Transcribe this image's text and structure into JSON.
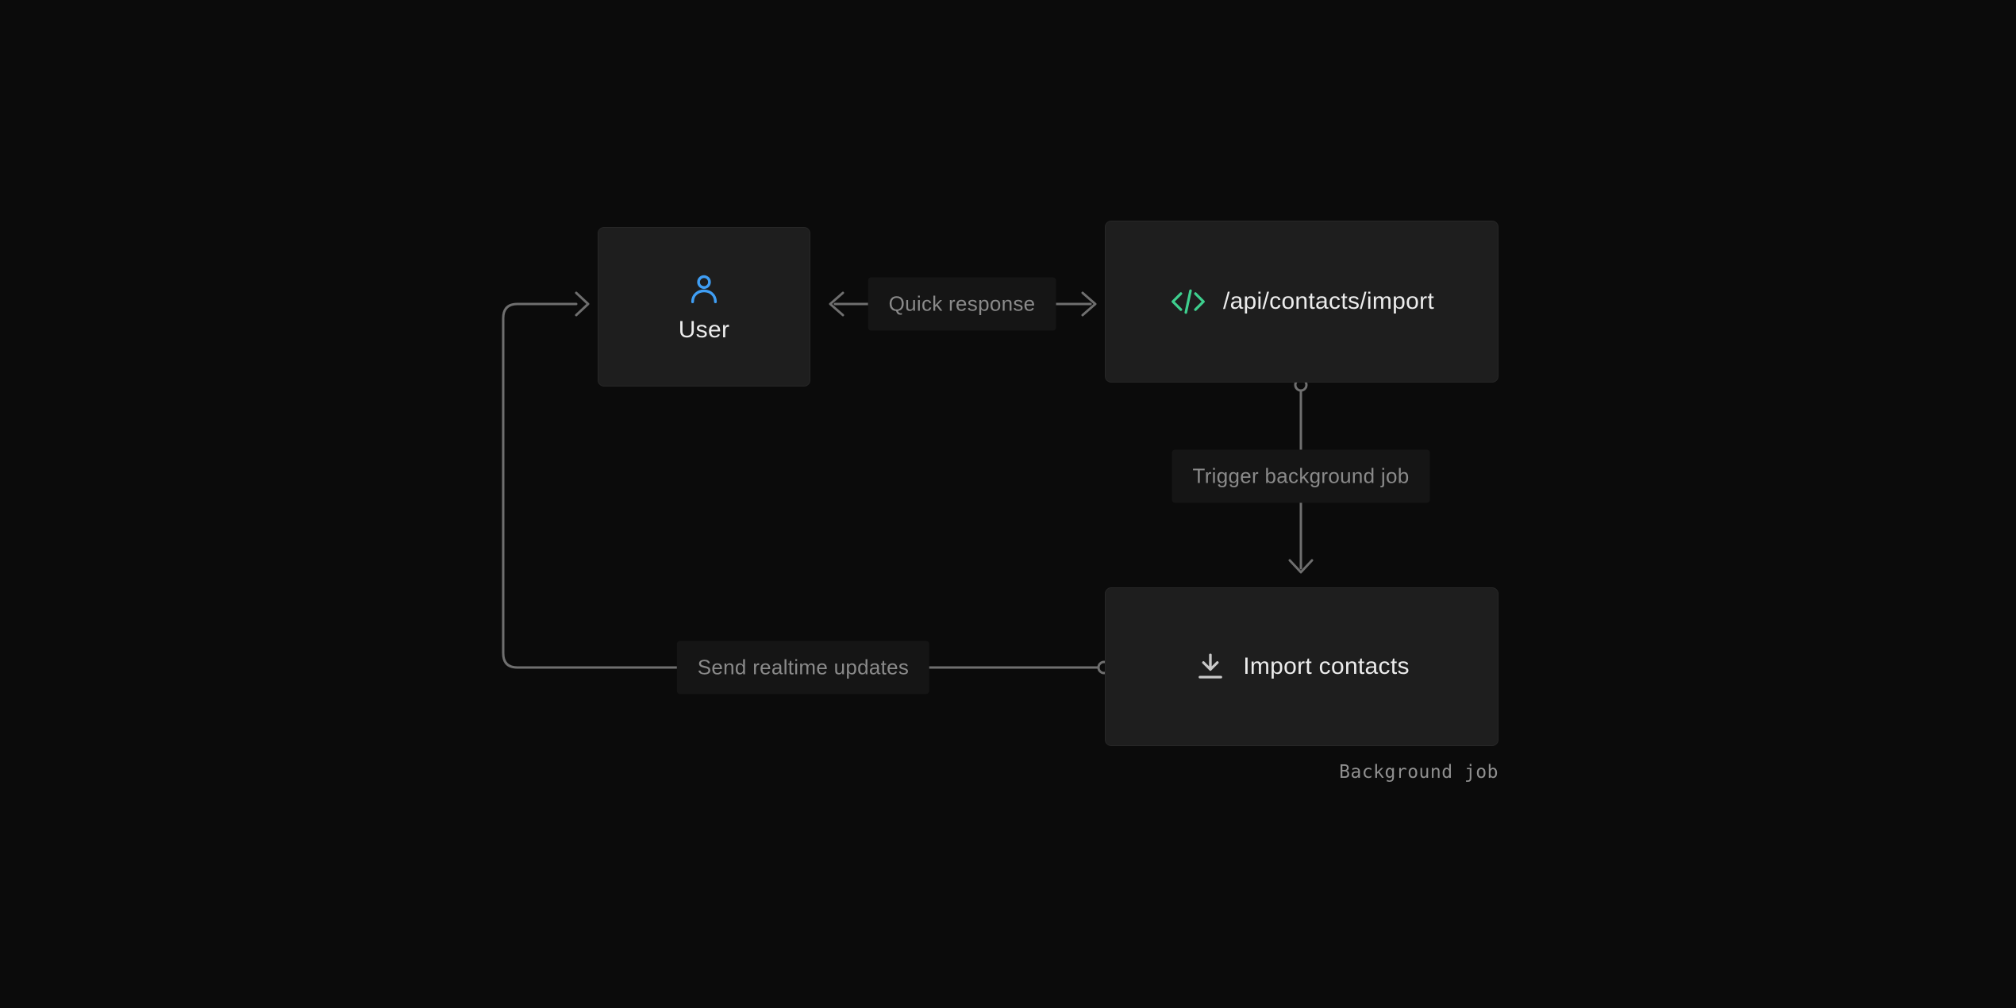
{
  "diagram": {
    "nodes": {
      "user": {
        "label": "User",
        "icon": "user-icon"
      },
      "api": {
        "label": "/api/contacts/import",
        "icon": "code-icon"
      },
      "import_job": {
        "label": "Import contacts",
        "icon": "download-icon",
        "caption": "Background job"
      }
    },
    "edges": {
      "quick_response": {
        "label": "Quick response",
        "style": "double-headed-horizontal"
      },
      "trigger": {
        "label": "Trigger background job",
        "style": "vertical-down-arrow"
      },
      "realtime": {
        "label": "Send realtime updates",
        "style": "feedback-loop-left-up-right-arrow"
      }
    }
  },
  "colors": {
    "background": "#0b0b0b",
    "node_bg": "#1e1e1e",
    "node_border": "#272727",
    "label_bg": "#151515",
    "line_gray": "#6f6f6f",
    "muted_text": "#8a8a8a",
    "node_text": "#ececec",
    "accent_blue": "#3f9ef4",
    "accent_green": "#3ecf8e"
  }
}
